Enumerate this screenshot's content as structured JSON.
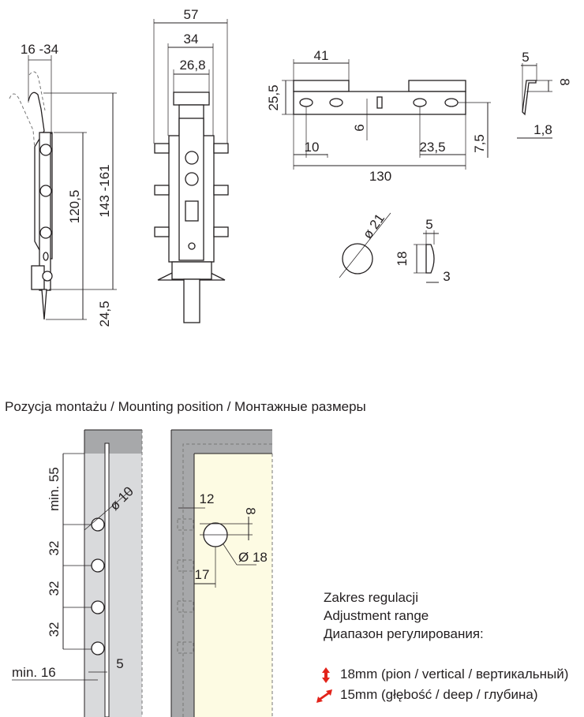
{
  "drawing": {
    "side_view": {
      "width_range": "16 -34",
      "hole_span": "120,5",
      "height_range": "143 -161",
      "tip": "24,5"
    },
    "front_view": {
      "overall_width": "57",
      "body_width": "34",
      "inner_width": "26,8"
    },
    "bracket": {
      "offset": "41",
      "height": "25,5",
      "slot": "6",
      "left_hole": "10",
      "right_hole": "23,5",
      "length": "130",
      "edge": "7,5"
    },
    "bracket_profile": {
      "width": "5",
      "height": "8",
      "thickness": "1,8"
    },
    "cap": {
      "diameter": "ø 21",
      "depth": "5",
      "height": "18",
      "thickness": "3"
    }
  },
  "mounting": {
    "title": "Pozycja montażu / Mounting position / Монтажные размеры",
    "left": {
      "top_min": "min. 55",
      "hole_diameter": "ø 10",
      "pitch_1": "32",
      "pitch_2": "32",
      "pitch_3": "32",
      "edge_min": "min. 16",
      "offset": "5"
    },
    "right": {
      "offset_12": "12",
      "offset_8": "8",
      "hole_diameter": "Ø 18",
      "offset_17": "17"
    }
  },
  "adjustment": {
    "line1": "Zakres regulacji",
    "line2": "Adjustment range",
    "line3": "Диапазон регулирования:",
    "vertical": "18mm (pion / vertical / вертикальный)",
    "depth": "15mm (głębość / deep / глубина)",
    "arrow_color": "#e2231a"
  }
}
